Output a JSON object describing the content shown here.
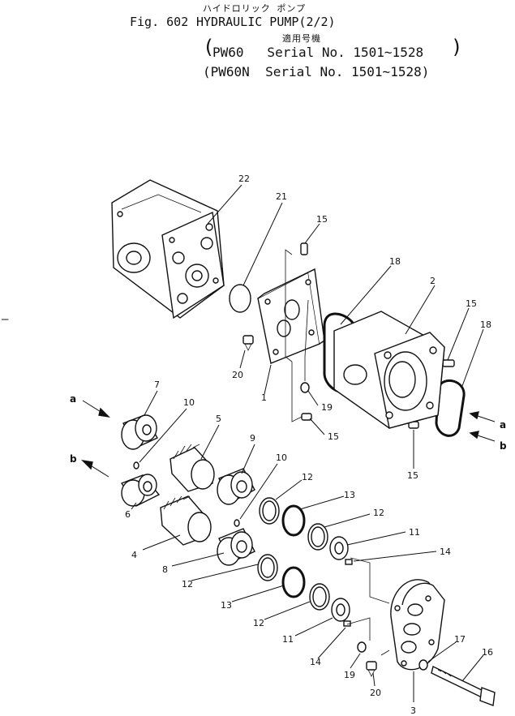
{
  "header": {
    "kana": "ハイドロリック ポンプ",
    "fig": "Fig. 602",
    "title": "HYDRAULIC PUMP(2/2)",
    "kanji": "適用号機",
    "line1_open": "(",
    "line1": "PW60   Serial No. 1501~1528",
    "line1_close": ")",
    "line2": "(PW60N  Serial No. 1501~1528)"
  },
  "side_mark": "–",
  "callouts": {
    "c22": "22",
    "c21": "21",
    "c15a": "15",
    "c18a": "18",
    "c2": "2",
    "c15b": "15",
    "c18b": "18",
    "c20a": "20",
    "c1": "1",
    "c19a": "19",
    "c15c": "15",
    "c15d": "15",
    "c7": "7",
    "c10a": "10",
    "c5": "5",
    "c9": "9",
    "c10b": "10",
    "c6": "6",
    "c4": "4",
    "c12a": "12",
    "c13a": "13",
    "c12b": "12",
    "c11a": "11",
    "c14a": "14",
    "c8": "8",
    "c12c": "12",
    "c13b": "13",
    "c12d": "12",
    "c11b": "11",
    "c14b": "14",
    "c17": "17",
    "c16": "16",
    "c19b": "19",
    "c20b": "20",
    "c3": "3"
  },
  "flow_labels": {
    "a_left": "a",
    "b_left": "b",
    "a_right": "a",
    "b_right": "b"
  }
}
